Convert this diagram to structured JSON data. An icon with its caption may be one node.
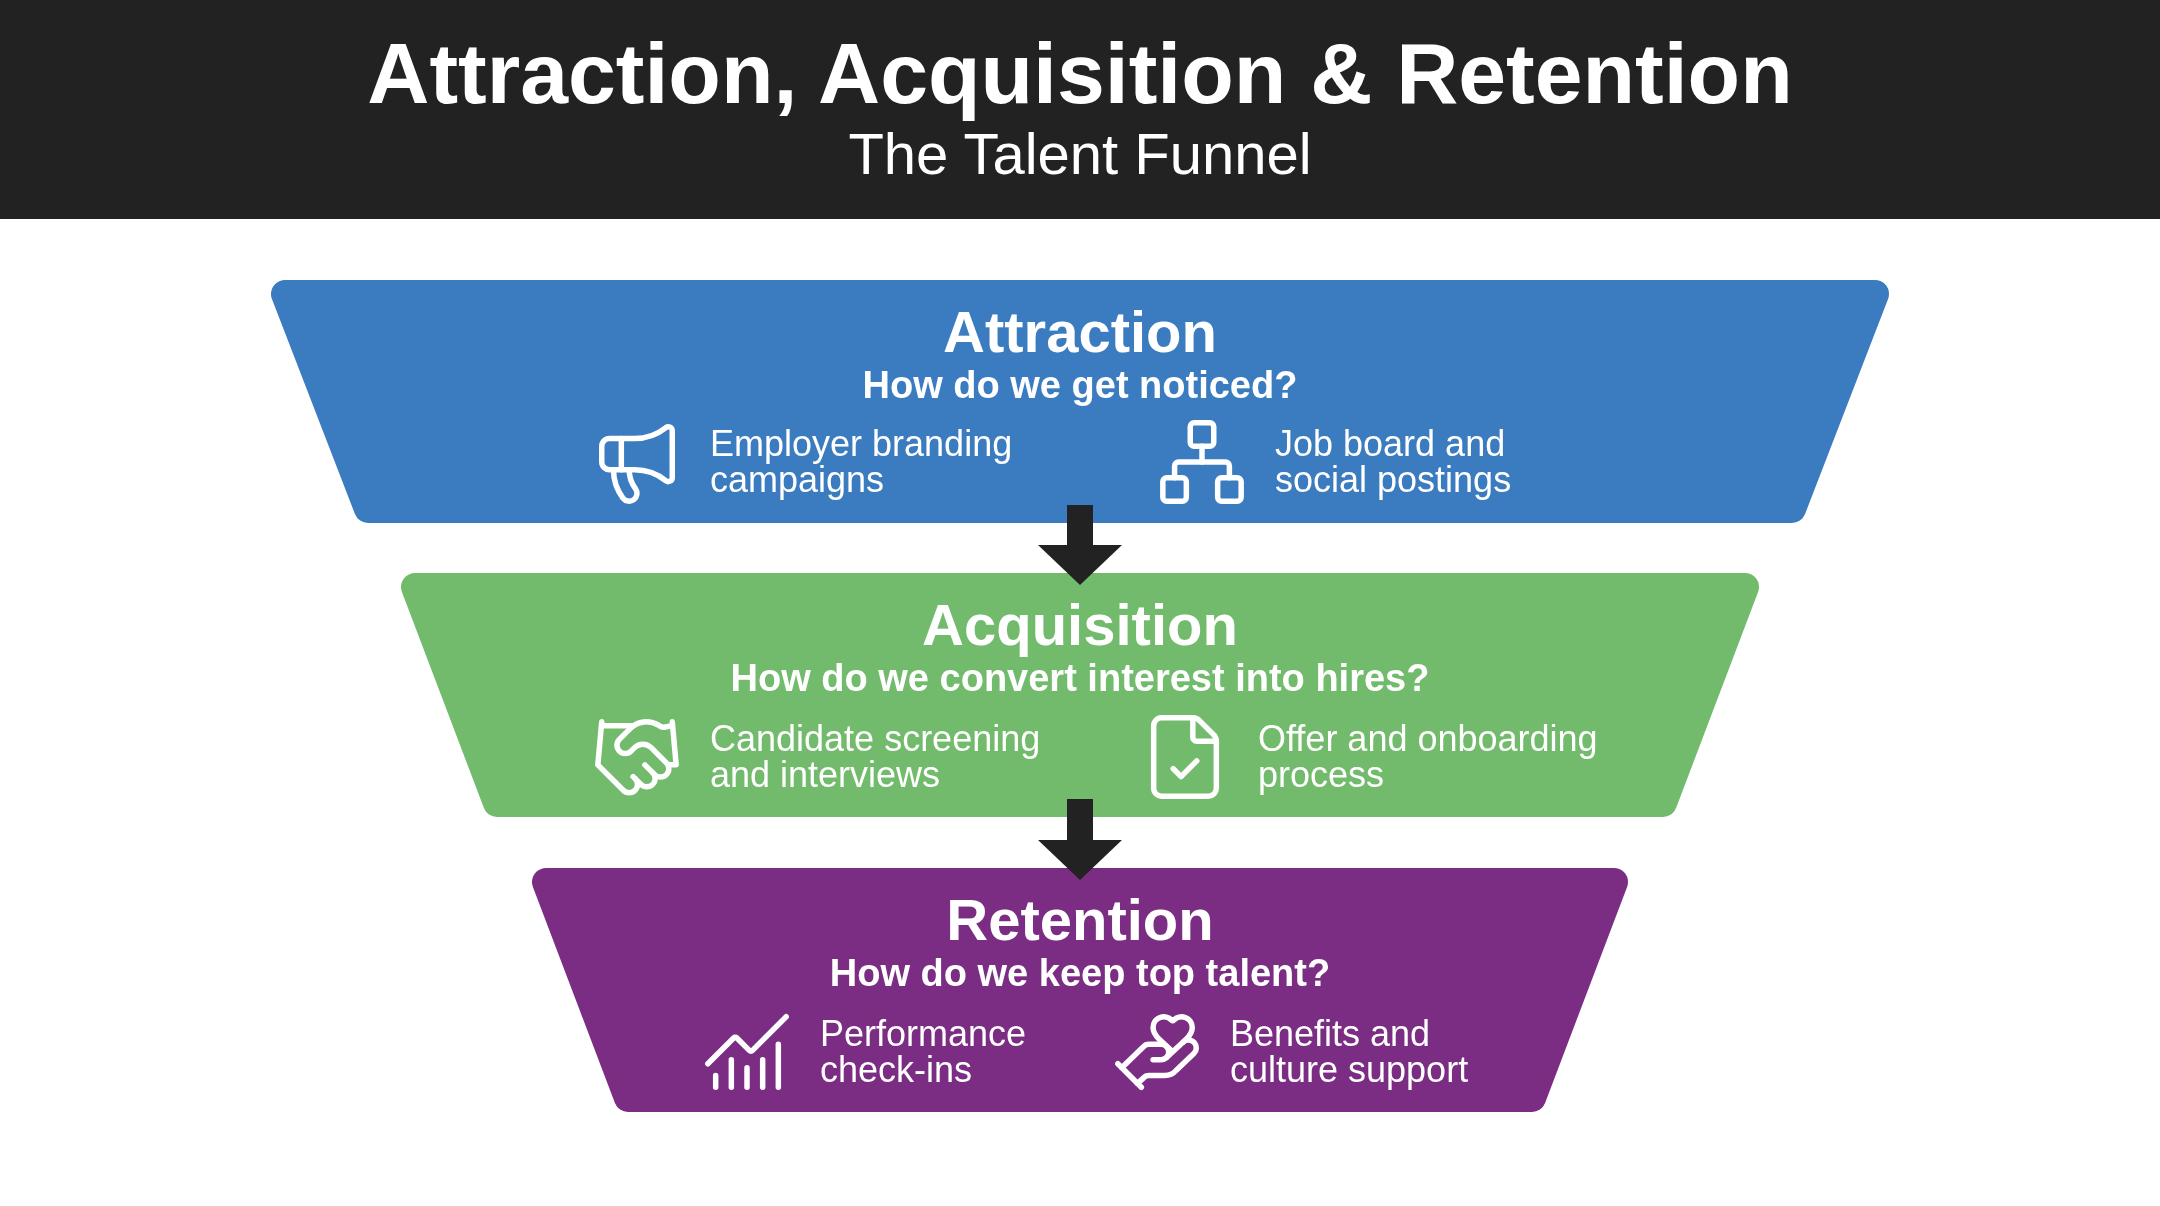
{
  "diagram": {
    "title": "Attraction, Acquisition & Retention",
    "nodes": [
      {
        "text": [
          "Attraction",
          "How do we get noticed?"
        ]
      },
      {
        "text": [
          "Employer branding campaigns"
        ],
        "in": 0
      },
      {
        "text": [
          "Job board and social postings"
        ],
        "in": 0
      },
      {
        "text": [
          "Acquisition",
          "How do we convert interest into hires?"
        ]
      },
      {
        "text": [
          "Candidate screening and interviews"
        ],
        "in": 3
      },
      {
        "text": [
          "Offer and onboarding process"
        ],
        "in": 3
      },
      {
        "text": [
          "Retention",
          "How do we keep top talent?"
        ]
      },
      {
        "text": [
          "Performance check-ins"
        ],
        "in": 6
      },
      {
        "text": [
          "Benefits and culture support"
        ],
        "in": 6
      }
    ],
    "edges": [
      {
        "from": 0,
        "to": 3,
        "arrow": "to"
      },
      {
        "from": 3,
        "to": 6,
        "arrow": "to"
      }
    ],
    "labels": [
      "The Talent Funnel"
    ]
  }
}
